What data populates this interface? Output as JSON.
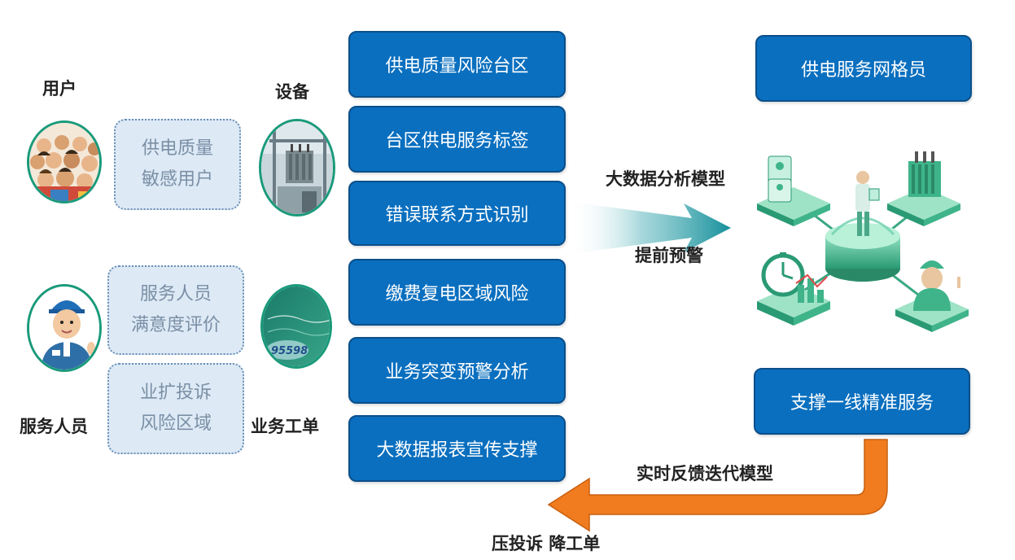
{
  "left": {
    "users_label": "用户",
    "equipment_label": "设备",
    "service_staff_label": "服务人员",
    "work_order_label": "业务工单",
    "boxes": [
      {
        "lines": [
          "供电质量",
          "敏感用户"
        ]
      },
      {
        "lines": [
          "服务人员",
          "满意度评价"
        ]
      },
      {
        "lines": [
          "业扩投诉",
          "风险区域"
        ]
      }
    ],
    "hotline_text": "95598"
  },
  "center": {
    "items": [
      {
        "label": "供电质量风险台区"
      },
      {
        "label": "台区供电服务标签"
      },
      {
        "label": "错误联系方式识别"
      },
      {
        "label": "缴费复电区域风险"
      },
      {
        "label": "业务突变预警分析"
      },
      {
        "label": "大数据报表宣传支撑"
      }
    ]
  },
  "arrow": {
    "top_label": "大数据分析模型",
    "bottom_label": "提前预警"
  },
  "right": {
    "grid_member": "供电服务网格员",
    "support": "支撑一线精准服务"
  },
  "feedback": {
    "label": "实时反馈迭代模型",
    "bottom_label": "压投诉 降工单"
  },
  "colors": {
    "box_blue": "#0a6fbf",
    "dash_fill": "#dde9f5",
    "teal": "#1a9a7a",
    "orange": "#f07c1f"
  }
}
